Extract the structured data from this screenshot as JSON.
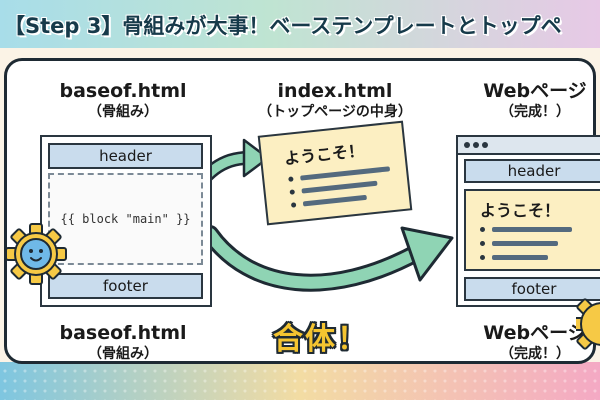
{
  "title": "【Step 3】骨組みが大事！ベーステンプレートとトップペ",
  "left": {
    "filename": "baseof.html",
    "subtitle": "（骨組み）",
    "header_label": "header",
    "slot_text": "{{ block \"main\" }}",
    "footer_label": "footer",
    "bottom_filename": "baseof.html",
    "bottom_subtitle": "（骨組み）"
  },
  "middle": {
    "filename": "index.html",
    "subtitle": "（トップページの中身）",
    "content_heading": "ようこそ！"
  },
  "right": {
    "filename": "Webページ",
    "subtitle": "（完成！）",
    "header_label": "header",
    "content_heading": "ようこそ！",
    "footer_label": "footer",
    "bottom_filename": "Webページ",
    "bottom_subtitle": "（完成！）"
  },
  "merge_label": "合体！",
  "colors": {
    "arrow": "#8fd4b4",
    "header_bar": "#c9dced",
    "note": "#fcefc2",
    "merge_text": "#f4c430"
  },
  "icons": [
    "gear-mascot-icon",
    "curved-arrow-icon",
    "browser-dots-icon",
    "gear-partial-icon"
  ]
}
